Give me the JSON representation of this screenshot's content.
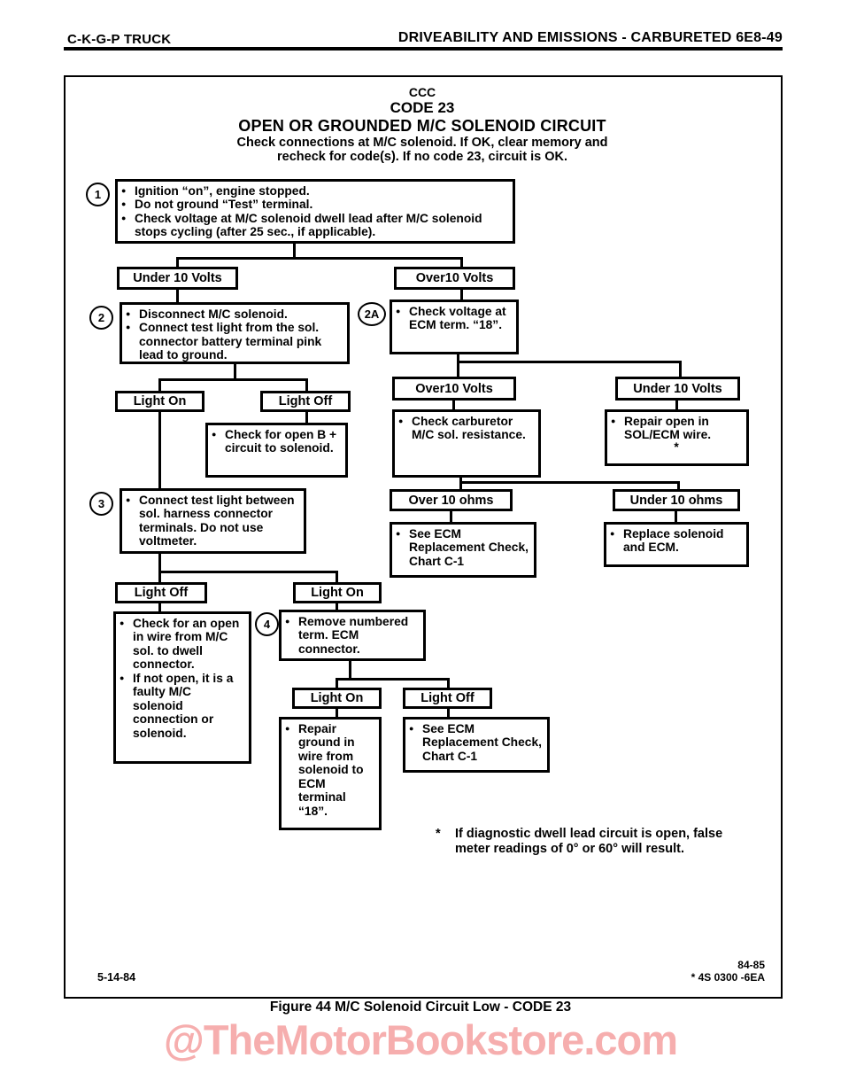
{
  "header": {
    "left": "C-K-G-P TRUCK",
    "right": "DRIVEABILITY AND EMISSIONS - CARBURETED  6E8-49"
  },
  "chart": {
    "title1": "CCC",
    "title2": "CODE 23",
    "title3": "OPEN OR GROUNDED M/C SOLENOID CIRCUIT",
    "subtitle1": "Check connections at M/C solenoid.  If OK, clear memory and",
    "subtitle2": "recheck for code(s).  If no code 23, circuit is OK.",
    "step1": {
      "num": "1",
      "bullets": [
        "Ignition “on”, engine stopped.",
        "Do not ground “Test” terminal.",
        "Check voltage at M/C solenoid dwell lead after M/C solenoid stops cycling (after 25 sec., if applicable)."
      ]
    },
    "under10v_1": "Under 10 Volts",
    "over10v_1": "Over10 Volts",
    "step2": {
      "num": "2",
      "bullets": [
        "Disconnect M/C solenoid.",
        "Connect test light from the sol. connector battery terminal pink lead to ground."
      ]
    },
    "step2a": {
      "num": "2A",
      "bullets": [
        "Check voltage at ECM term. “18”."
      ]
    },
    "light_on_1": "Light On",
    "light_off_1": "Light Off",
    "check_b_plus": "Check for open B + circuit to solenoid.",
    "over10v_2": "Over10 Volts",
    "under10v_2": "Under 10 Volts",
    "check_carb": "Check carburetor M/C sol. resistance.",
    "repair_open": "Repair open in SOL/ECM wire.",
    "repair_open_mark": "*",
    "step3": {
      "num": "3",
      "bullets": [
        "Connect test light between sol. harness connector terminals.  Do not use voltmeter."
      ]
    },
    "over10ohms": "Over 10 ohms",
    "under10ohms": "Under 10 ohms",
    "see_ecm_1": "See ECM Replacement Check, Chart C-1",
    "replace_solenoid": "Replace solenoid and ECM.",
    "light_off_2": "Light Off",
    "light_on_2": "Light On",
    "open_wire": {
      "bullets": [
        "Check for an open in wire from M/C sol. to dwell connector.",
        "If not open, it is a faulty M/C solenoid connection or solenoid."
      ]
    },
    "step4": {
      "num": "4",
      "bullets": [
        "Remove numbered term. ECM connector."
      ]
    },
    "light_on_3": "Light On",
    "light_off_3": "Light Off",
    "repair_ground": "Repair ground in wire from solenoid to ECM terminal “18”.",
    "see_ecm_2": "See ECM Replacement Check, Chart C-1",
    "footnote_mark": "*",
    "footnote": "If diagnostic dwell lead circuit is open, false meter readings of 0° or 60° will result."
  },
  "footer": {
    "date": "5-14-84",
    "page_ref": "84-85",
    "doc_ref": "* 4S 0300 -6EA",
    "caption": "Figure 44 M/C Solenoid Circuit Low - CODE 23"
  },
  "watermark": "@TheMotorBookstore.com"
}
